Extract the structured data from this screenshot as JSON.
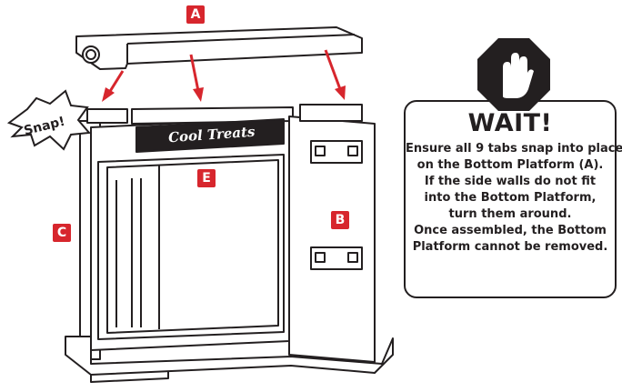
{
  "labels": {
    "a": "A",
    "b": "B",
    "c": "C",
    "e": "E",
    "snap": "Snap!",
    "sign": "Cool Treats"
  },
  "warning": {
    "title": "WAIT!",
    "lines": [
      "Ensure all 9 tabs snap into place",
      "on the Bottom Platform (A).",
      "If the side walls do not fit",
      "into the Bottom Platform,",
      "turn them around.",
      "Once assembled, the Bottom",
      "Platform cannot be removed."
    ]
  },
  "colors": {
    "accent": "#d7262d",
    "ink": "#231f20"
  },
  "icons": {
    "stop": "stop-hand-icon"
  }
}
